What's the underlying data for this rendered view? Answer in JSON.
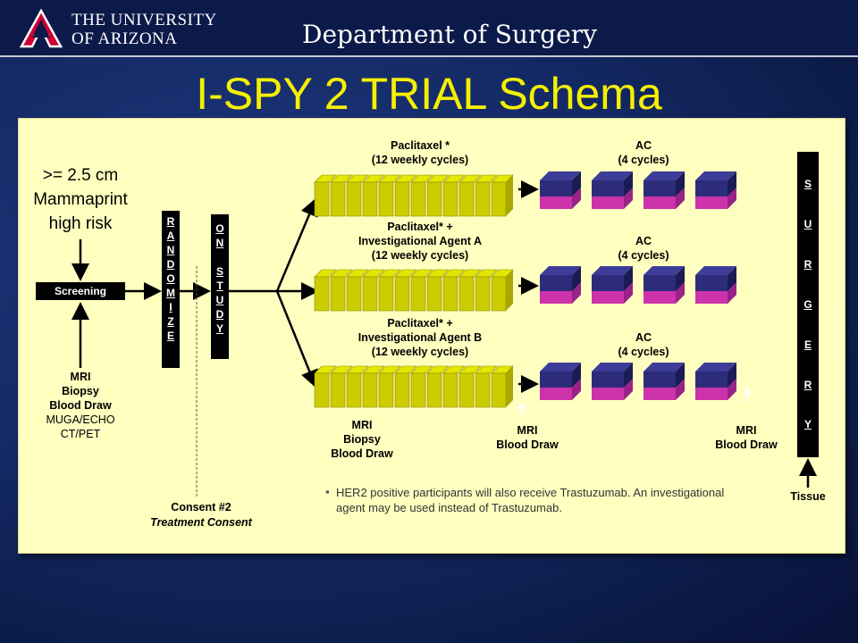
{
  "header": {
    "university_line1": "The University",
    "university_line2": "of Arizona",
    "department": "Department of Surgery"
  },
  "title": "I-SPY 2 TRIAL Schema",
  "colors": {
    "title": "#f5f000",
    "panel": "#ffffc0",
    "taxol_block": "#cccc00",
    "ac_top": "#2c2c7a",
    "ac_bottom": "#cc33aa"
  },
  "criteria": [
    "&gt;= 2.5 cm",
    "Mammaprint",
    "high risk"
  ],
  "screening": "Screening",
  "baseline_tests": [
    "MRI",
    "Biopsy",
    "Blood Draw",
    "MUGA/ECHO",
    "CT/PET"
  ],
  "randomize_letters": [
    "R",
    "A",
    "N",
    "D",
    "O",
    "M",
    "I",
    "Z",
    "E"
  ],
  "on_study_letters": [
    "O",
    "N",
    "",
    "S",
    "T",
    "U",
    "D",
    "Y"
  ],
  "arms": [
    {
      "label_lines": [
        "Paclitaxel *",
        "(12 weekly cycles)"
      ],
      "ac_lines": [
        "AC",
        "(4 cycles)"
      ]
    },
    {
      "label_lines": [
        "Paclitaxel* +",
        "Investigational Agent A",
        "(12 weekly cycles)"
      ],
      "ac_lines": [
        "AC",
        "(4 cycles)"
      ]
    },
    {
      "label_lines": [
        "Paclitaxel* +",
        "Investigational Agent B",
        "(12 weekly cycles)"
      ],
      "ac_lines": [
        "AC",
        "(4 cycles)"
      ]
    }
  ],
  "midpoint_tests": [
    "MRI",
    "Biopsy",
    "Blood Draw"
  ],
  "post_taxol_tests": [
    "MRI",
    "Blood Draw"
  ],
  "pre_surgery_tests": [
    "MRI",
    "Blood Draw"
  ],
  "surgery_letters": [
    "S",
    "U",
    "R",
    "G",
    "E",
    "R",
    "Y"
  ],
  "tissue": "Tissue",
  "consent": {
    "line1": "Consent #2",
    "line2": "Treatment Consent"
  },
  "footnote": "HER2 positive participants will also receive Trastuzumab.  An investigational agent may be used instead of Trastuzumab."
}
